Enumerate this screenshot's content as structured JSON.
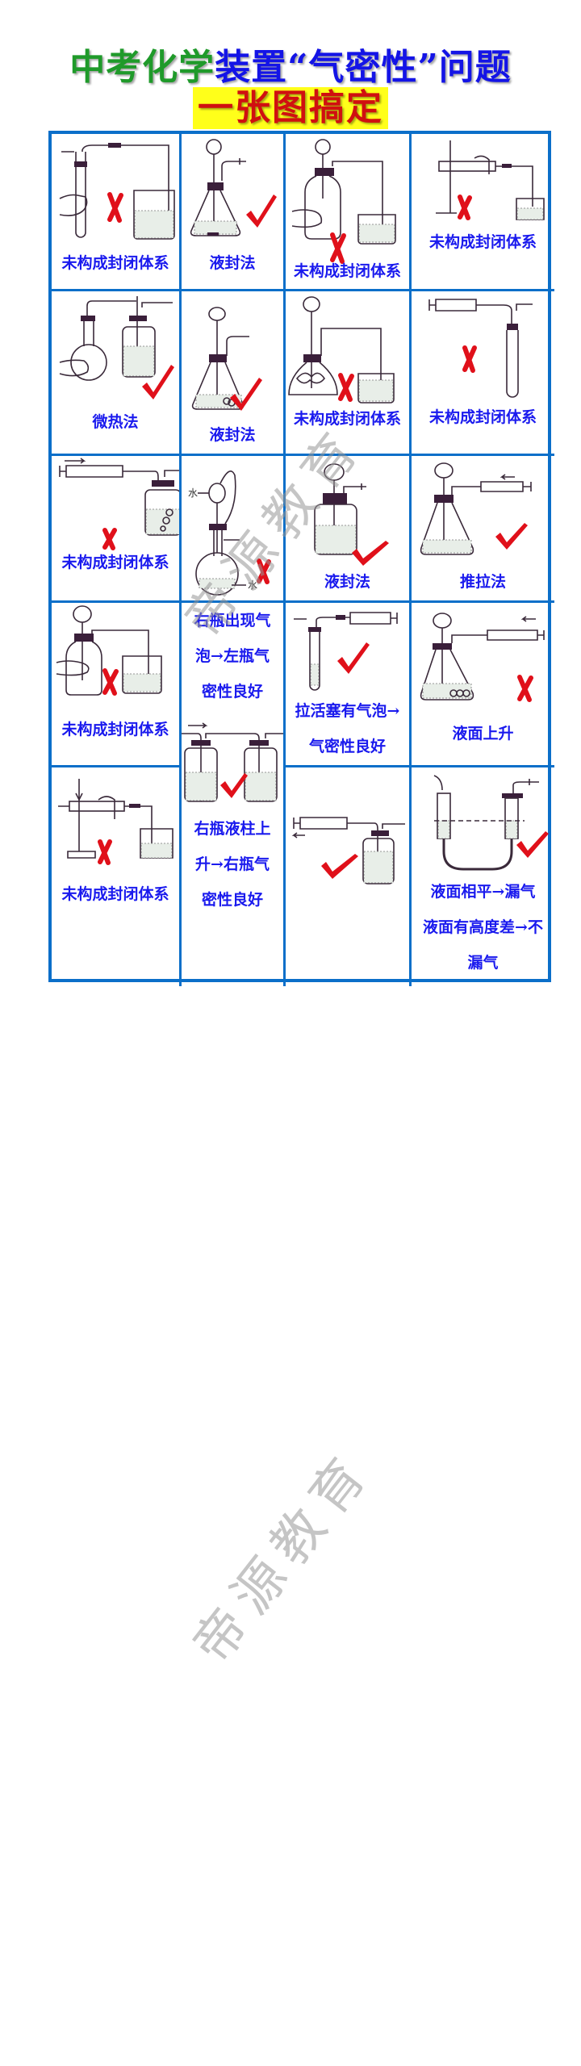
{
  "title": {
    "line1_green": "中考化学",
    "line1_blue": "装置“气密性”问题",
    "line2": "一张图搞定",
    "colors": {
      "green": "#1f9a2a",
      "blue": "#1414e6",
      "red": "#d01010",
      "highlight": "#ffff1a"
    }
  },
  "grid": {
    "border_color": "#0b6fc9",
    "label_color": "#1a1aee",
    "cells": [
      {
        "row": 1,
        "col": 1,
        "apparatus": "test-tube-hand-beaker",
        "mark": "cross",
        "label_lines": [
          "未构成封闭体系"
        ]
      },
      {
        "row": 1,
        "col": 2,
        "apparatus": "funnel-conical-flask-stopcock",
        "mark": "check",
        "label_lines": [
          "液封法"
        ]
      },
      {
        "row": 1,
        "col": 3,
        "apparatus": "funnel-bottle-hand-beaker",
        "mark": "cross",
        "label_lines": [
          "未构成封闭体系"
        ]
      },
      {
        "row": 1,
        "col": 4,
        "apparatus": "clamped-tube-hand-beaker",
        "mark": "cross",
        "label_lines": [
          "未构成封闭体系"
        ]
      },
      {
        "row": 2,
        "col": 1,
        "apparatus": "flask-hand-gas-bottle",
        "mark": "check",
        "label_lines": [
          "微热法"
        ]
      },
      {
        "row": 2,
        "col": 2,
        "apparatus": "funnel-conical-flask-solid",
        "mark": "check",
        "label_lines": [
          "液封法"
        ]
      },
      {
        "row": 2,
        "col": 3,
        "apparatus": "funnel-flask-hands-beaker",
        "mark": "cross",
        "label_lines": [
          "未构成封闭体系"
        ]
      },
      {
        "row": 2,
        "col": 4,
        "apparatus": "syringe-test-tube",
        "mark": "cross",
        "label_lines": [
          "未构成封闭体系"
        ]
      },
      {
        "row": 3,
        "col": 1,
        "apparatus": "syringe-push-gas-bottle",
        "mark": "cross",
        "label_lines": [
          "未构成封闭体系"
        ]
      },
      {
        "row": 3,
        "col": 2,
        "apparatus": "separatory-funnel-round-flask",
        "mark": "cross",
        "label_lines": [],
        "annotations": [
          "水",
          "水"
        ]
      },
      {
        "row": 3,
        "col": 3,
        "apparatus": "funnel-bottle-stopcock",
        "mark": "check",
        "label_lines": [
          "液封法"
        ]
      },
      {
        "row": 3,
        "col": 4,
        "apparatus": "funnel-conical-flask-syringe",
        "mark": "check",
        "label_lines": [
          "推拉法"
        ]
      },
      {
        "row": 4,
        "col": 1,
        "apparatus": "funnel-bottle-hand-beaker",
        "mark": "cross",
        "label_lines": [
          "未构成封闭体系"
        ]
      },
      {
        "row": 4,
        "col": 2,
        "rowspan": 2,
        "apparatus": "two-gas-bottles-push",
        "mark": "check",
        "label_lines_top": [
          "右瓶出现气",
          "泡→左瓶气",
          "密性良好"
        ],
        "label_lines": [
          "右瓶液柱上",
          "升→右瓶气",
          "密性良好"
        ]
      },
      {
        "row": 4,
        "col": 3,
        "apparatus": "test-tube-syringe-pull",
        "mark": "check",
        "label_lines": [
          "拉活塞有气泡→",
          "气密性良好"
        ]
      },
      {
        "row": 4,
        "col": 4,
        "apparatus": "funnel-conical-flask-syringe-solid",
        "mark": "cross",
        "label_lines": [
          "液面上升"
        ]
      },
      {
        "row": 5,
        "col": 1,
        "apparatus": "iron-stand-tube-hand-beaker",
        "mark": "cross",
        "label_lines": [
          "未构成封闭体系"
        ]
      },
      {
        "row": 5,
        "col": 3,
        "apparatus": "syringe-pull-gas-bottle",
        "mark": "check",
        "label_lines": []
      },
      {
        "row": 5,
        "col": 4,
        "apparatus": "u-tube-level",
        "mark": "check",
        "label_lines": [
          "液面相平→漏气",
          "液面有高度差→不",
          "漏气"
        ]
      }
    ]
  },
  "watermarks": [
    "帝源教育",
    "帝源教育"
  ]
}
